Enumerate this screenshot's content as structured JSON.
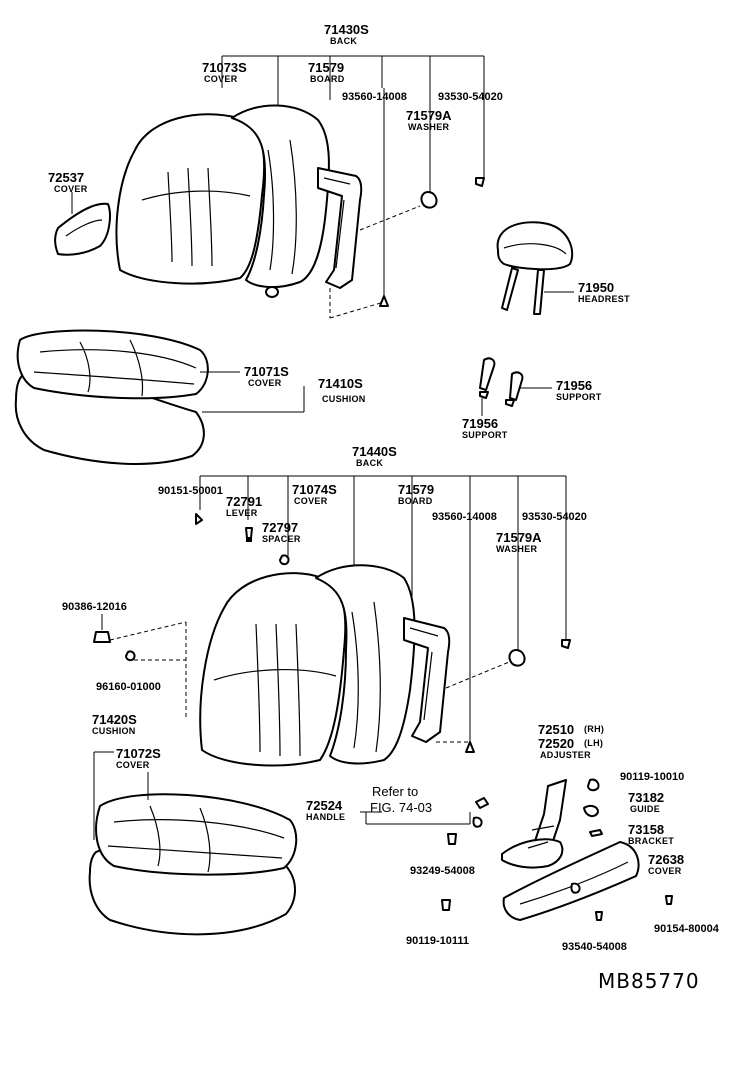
{
  "upper_group": {
    "back": {
      "part": "71430S",
      "name": "BACK"
    },
    "cover_back": {
      "part": "71073S",
      "name": "COVER"
    },
    "board": {
      "part": "71579",
      "name": "BOARD"
    },
    "bolt_a": {
      "part": "93560-14008"
    },
    "bolt_b": {
      "part": "93530-54020"
    },
    "washer": {
      "part": "71579A",
      "name": "WASHER"
    },
    "side_cover": {
      "part": "72537",
      "name": "COVER"
    },
    "headrest": {
      "part": "71950",
      "name": "HEADREST"
    },
    "cushion_cover": {
      "part": "71071S",
      "name": "COVER"
    },
    "cushion": {
      "part": "71410S",
      "name": "CUSHION"
    },
    "support_r": {
      "part": "71956",
      "name": "SUPPORT"
    },
    "support_l": {
      "part": "71956",
      "name": "SUPPORT"
    }
  },
  "lower_group": {
    "back": {
      "part": "71440S",
      "name": "BACK"
    },
    "screw": {
      "part": "90151-50001"
    },
    "lever": {
      "part": "72791",
      "name": "LEVER"
    },
    "spacer": {
      "part": "72797",
      "name": "SPACER"
    },
    "cover_back": {
      "part": "71074S",
      "name": "COVER"
    },
    "board": {
      "part": "71579",
      "name": "BOARD"
    },
    "bolt_a": {
      "part": "93560-14008"
    },
    "bolt_b": {
      "part": "93530-54020"
    },
    "washer": {
      "part": "71579A",
      "name": "WASHER"
    },
    "nut": {
      "part": "90386-12016"
    },
    "clip": {
      "part": "96160-01000"
    },
    "cushion": {
      "part": "71420S",
      "name": "CUSHION"
    },
    "cushion_cover": {
      "part": "71072S",
      "name": "COVER"
    },
    "adjuster_rh": {
      "part": "72510",
      "side": "(RH)"
    },
    "adjuster_lh": {
      "part": "72520",
      "side": "(LH)",
      "name": "ADJUSTER"
    },
    "bolt_c": {
      "part": "90119-10010"
    },
    "guide": {
      "part": "73182",
      "name": "GUIDE"
    },
    "bracket": {
      "part": "73158",
      "name": "BRACKET"
    },
    "adj_cover": {
      "part": "72638",
      "name": "COVER"
    },
    "handle": {
      "part": "72524",
      "name": "HANDLE"
    },
    "refer": {
      "line1": "Refer to",
      "line2": "FIG. 74-03"
    },
    "bolt_d": {
      "part": "93249-54008"
    },
    "bolt_e": {
      "part": "90154-80004"
    },
    "bolt_f": {
      "part": "93540-54008"
    },
    "bolt_g": {
      "part": "90119-10111"
    }
  },
  "drawing_code": "MB85770"
}
